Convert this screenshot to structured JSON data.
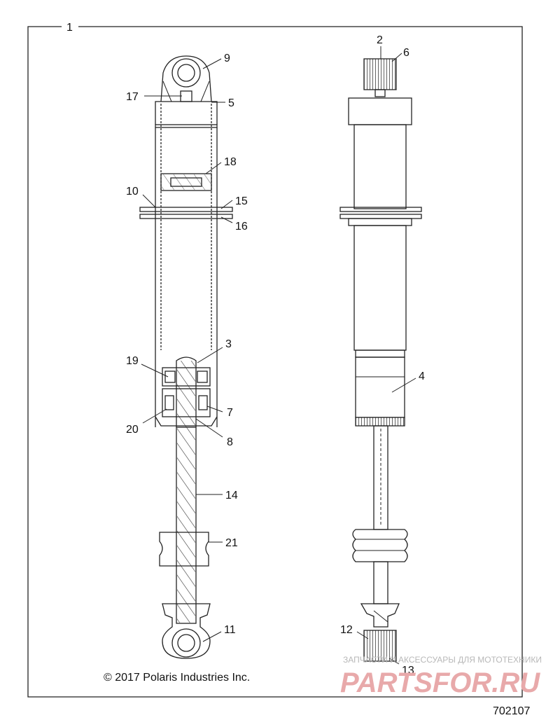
{
  "frame_label": "1",
  "copyright": "© 2017 Polaris Industries Inc.",
  "figure_number": "702107",
  "watermark": {
    "line1": "ЗАПЧАСТИ И АКСЕССУАРЫ ДЛЯ МОТОТЕХНИКИ",
    "line2": "PARTSFOR.RU"
  },
  "callouts": [
    {
      "id": "9",
      "text": "9"
    },
    {
      "id": "17",
      "text": "17"
    },
    {
      "id": "5",
      "text": "5"
    },
    {
      "id": "18",
      "text": "18"
    },
    {
      "id": "10",
      "text": "10"
    },
    {
      "id": "15",
      "text": "15"
    },
    {
      "id": "16",
      "text": "16"
    },
    {
      "id": "3",
      "text": "3"
    },
    {
      "id": "19",
      "text": "19"
    },
    {
      "id": "7",
      "text": "7"
    },
    {
      "id": "20",
      "text": "20"
    },
    {
      "id": "8",
      "text": "8"
    },
    {
      "id": "14",
      "text": "14"
    },
    {
      "id": "21",
      "text": "21"
    },
    {
      "id": "11",
      "text": "11"
    },
    {
      "id": "2",
      "text": "2"
    },
    {
      "id": "6",
      "text": "6"
    },
    {
      "id": "4",
      "text": "4"
    },
    {
      "id": "12",
      "text": "12"
    },
    {
      "id": "13",
      "text": "13"
    }
  ]
}
